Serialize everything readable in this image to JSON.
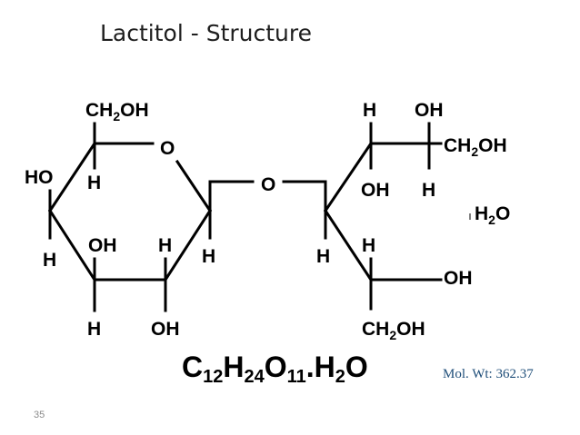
{
  "title": "Lactitol - Structure",
  "atoms": {
    "ch2oh": "CH",
    "ch2oh_sub": "2",
    "ch2oh_tail": "OH",
    "ring_o": "O",
    "ho": "HO",
    "h": "H",
    "oh": "OH",
    "bridge_o": "O",
    "water": "H",
    "water_sub": "2",
    "water_tail": "O"
  },
  "formula": {
    "c": "C",
    "c_n": "12",
    "h": "H",
    "h_n": "24",
    "o": "O",
    "o_n": "11",
    "dot": ".",
    "w_h": "H",
    "w_n": "2",
    "w_o": "O"
  },
  "mol_wt": "Mol. Wt: 362.37",
  "page_number": "35",
  "colors": {
    "text": "#000000",
    "mol_wt": "#1f4e79",
    "title": "#1f1f1f"
  }
}
